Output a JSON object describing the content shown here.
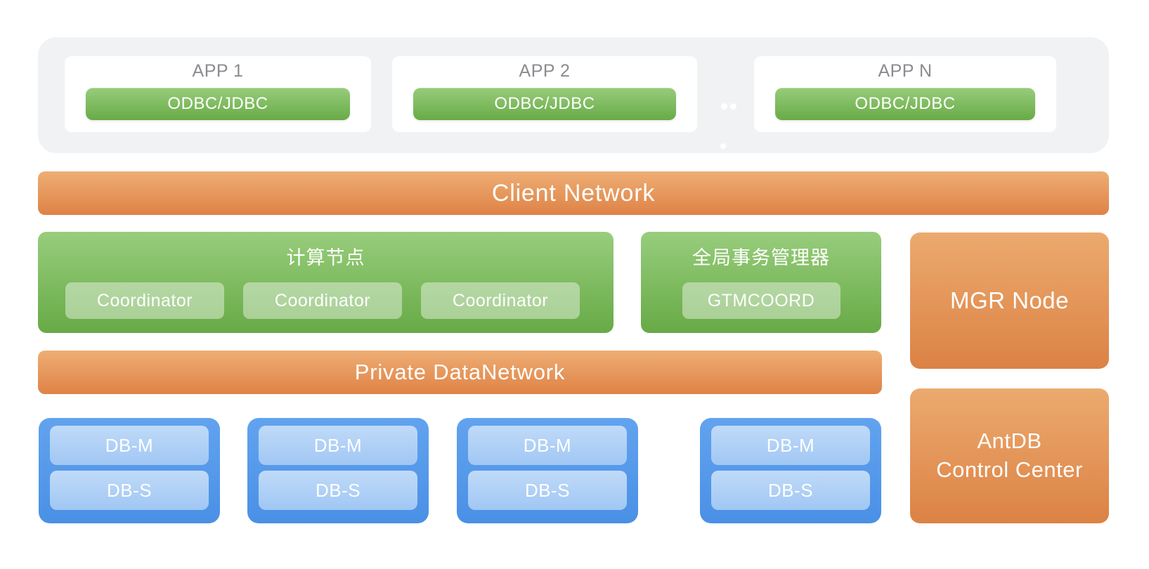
{
  "apps": [
    {
      "title": "APP 1",
      "connector": "ODBC/JDBC"
    },
    {
      "title": "APP 2",
      "connector": "ODBC/JDBC"
    },
    {
      "title": "APP N",
      "connector": "ODBC/JDBC"
    }
  ],
  "app_layer": {
    "ellipsis_dot_count": 3
  },
  "client_network": {
    "label": "Client Network"
  },
  "compute_node": {
    "title": "计算节点",
    "coordinators": [
      "Coordinator",
      "Coordinator",
      "Coordinator"
    ]
  },
  "gtm": {
    "title": "全局事务管理器",
    "node_label": "GTMCOORD"
  },
  "mgr_node": {
    "label": "MGR Node"
  },
  "private_network": {
    "label": "Private DataNetwork"
  },
  "db_groups": [
    {
      "master": "DB-M",
      "standby": "DB-S"
    },
    {
      "master": "DB-M",
      "standby": "DB-S"
    },
    {
      "master": "DB-M",
      "standby": "DB-S"
    },
    {
      "master": "DB-M",
      "standby": "DB-S"
    }
  ],
  "control_center": {
    "line1": "AntDB",
    "line2": "Control Center"
  },
  "colors": {
    "app_layer_bg": "#f1f2f3",
    "app_title_text": "#8b8b90",
    "green_top": "#98cd7c",
    "green_bottom": "#67aa46",
    "orange_top": "#eeae74",
    "orange_bottom": "#df8246",
    "blue_top": "#62a3ef",
    "blue_bottom": "#4a90e6",
    "blue_inner_top": "#c0daf8",
    "blue_inner_bottom": "#a0c7f4",
    "text_on_color": "#ffffff"
  }
}
